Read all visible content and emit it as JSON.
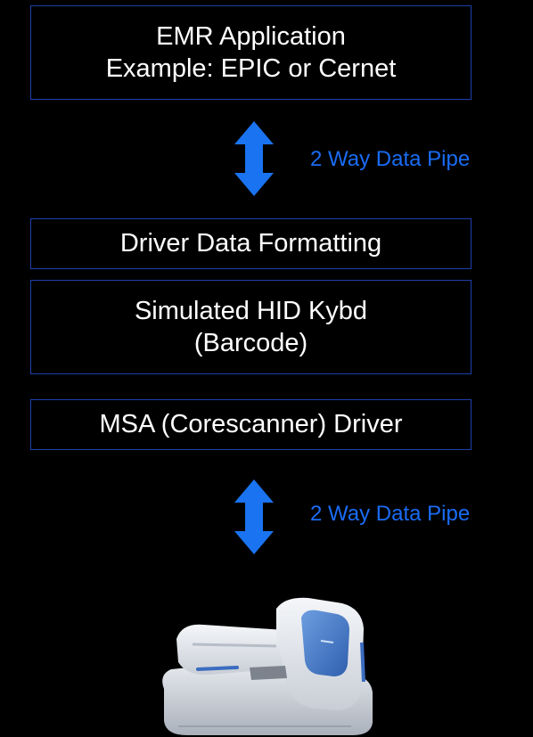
{
  "boxes": {
    "emr": {
      "line1": "EMR Application",
      "line2": "Example: EPIC or Cernet"
    },
    "formatting": {
      "label": "Driver Data Formatting"
    },
    "hid": {
      "line1": "Simulated HID Kybd",
      "line2": "(Barcode)"
    },
    "msa": {
      "label": "MSA (Corescanner) Driver"
    }
  },
  "pipes": [
    {
      "label": "2 Way Data Pipe"
    },
    {
      "label": "2 Way Data Pipe"
    }
  ],
  "colors": {
    "background": "#000000",
    "box_border": "#1f3fae",
    "arrow": "#1a73f0",
    "pipe_label": "#1a6cf5"
  },
  "icons": {
    "arrow": "double-headed-vertical-arrow-icon",
    "device": "barcode-scanner-icon"
  }
}
